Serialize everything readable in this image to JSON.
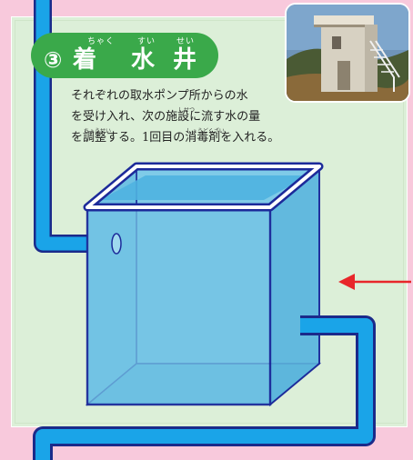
{
  "title": {
    "number": "③",
    "ruby": [
      "ちゃく",
      "すい",
      "せい"
    ],
    "kanji": [
      "着",
      "水",
      "井"
    ]
  },
  "description": {
    "lines": [
      "それぞれの取水ポンプ所からの水",
      "を受け入れ、次の施設に流す水の量",
      "を調整する。1回目の消毒剤を入れる。"
    ],
    "ruby": {
      "shisetsu": "しせつ",
      "chousei": "ちょうせい",
      "shoudokuzai": "しょうどくざい"
    }
  },
  "colors": {
    "pipe": "#1aa4e8",
    "pipe_outline": "#1b2a8a",
    "tank_frame": "#1c2a9a",
    "water": "#6cbfe0",
    "panel_bg": "#dcefd8",
    "page_bg": "#f8c9dc",
    "title_bg": "#3aa94a",
    "arrow": "#e8262a"
  },
  "icons": {
    "photo": "building-photo",
    "arrow": "red-arrow-left"
  }
}
